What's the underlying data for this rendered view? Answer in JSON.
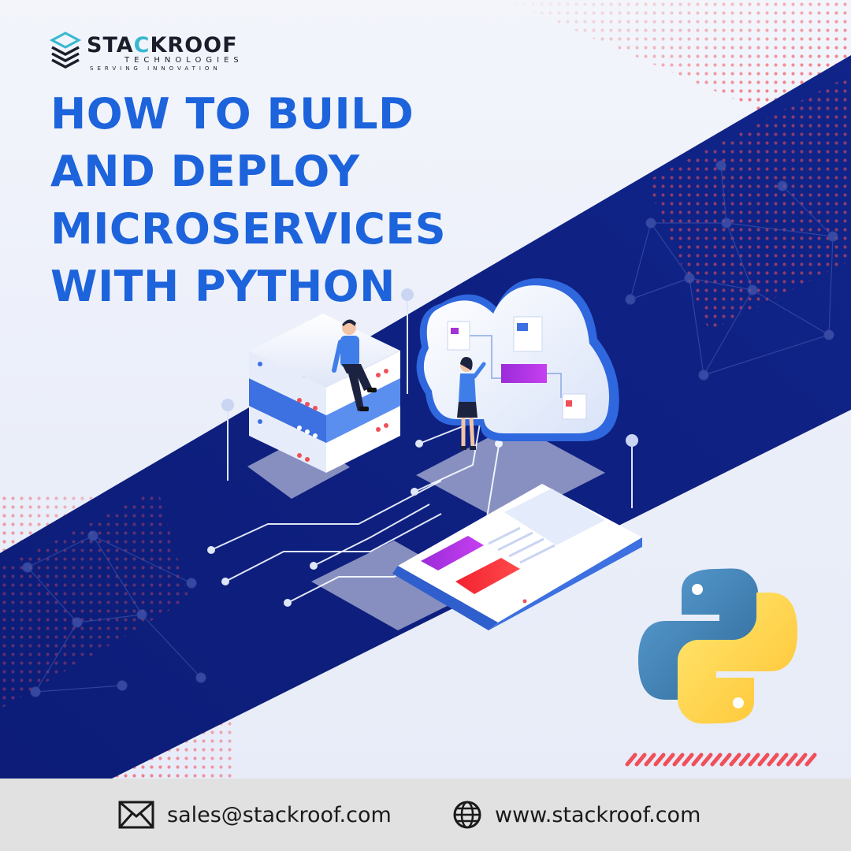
{
  "brand": {
    "name_part1": "STA",
    "name_accent": "C",
    "name_part2": "KROOF",
    "subtitle": "TECHNOLOGIES",
    "tagline": "SERVING INNOVATION"
  },
  "headline": {
    "lines": [
      "HOW TO BUILD",
      "AND DEPLOY",
      "MICROSERVICES",
      "WITH PYTHON"
    ]
  },
  "footer": {
    "email": "sales@stackroof.com",
    "website": "www.stackroof.com"
  },
  "icons": [
    "stack-logo-icon",
    "server-rack-icon",
    "cloud-icon",
    "python-logo-icon",
    "mail-icon",
    "globe-icon"
  ],
  "colors": {
    "headline_blue": "#1c63dc",
    "band_navy": "#0f2284",
    "accent_red": "#f0505a",
    "logo_cyan": "#39b8cf",
    "python_blue": "#3572a5",
    "python_yellow": "#ffd43b",
    "footer_gray": "#e1e1e1"
  }
}
